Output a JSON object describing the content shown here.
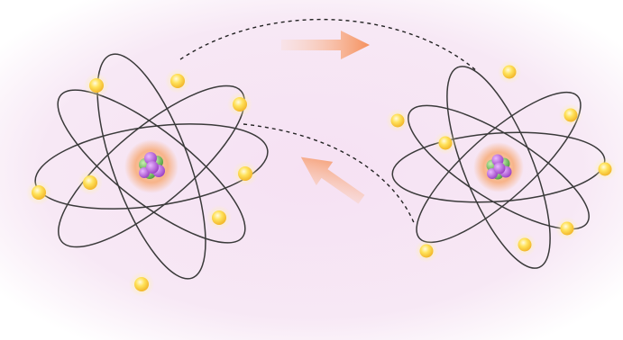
{
  "diagram": {
    "atoms": [
      {
        "id": "left-atom",
        "orbit_count": 4,
        "electron_count": 8
      },
      {
        "id": "right-atom",
        "orbit_count": 4,
        "electron_count": 8
      }
    ],
    "transfer_paths": [
      {
        "from": "left-atom",
        "to": "right-atom",
        "style": "dashed",
        "arrow_direction": "right"
      },
      {
        "from": "right-atom",
        "to": "left-atom",
        "style": "dashed",
        "arrow_direction": "up-left"
      }
    ],
    "colors": {
      "background_center": "#f6e1f3",
      "background_edge": "#ffffff",
      "orbit": "#3a3a3a",
      "electron_fill": "#ffe25a",
      "electron_glow": "#fff2a8",
      "nucleus_glow": "#f7b48a",
      "proton": "#b55ad8",
      "neutron": "#6cc25a",
      "arrow": "#f59a6a",
      "dashed_path": "#222222"
    },
    "icons": [
      "atom-icon",
      "electron-icon",
      "nucleus-icon",
      "arrow-right-icon",
      "arrow-up-left-icon"
    ]
  }
}
